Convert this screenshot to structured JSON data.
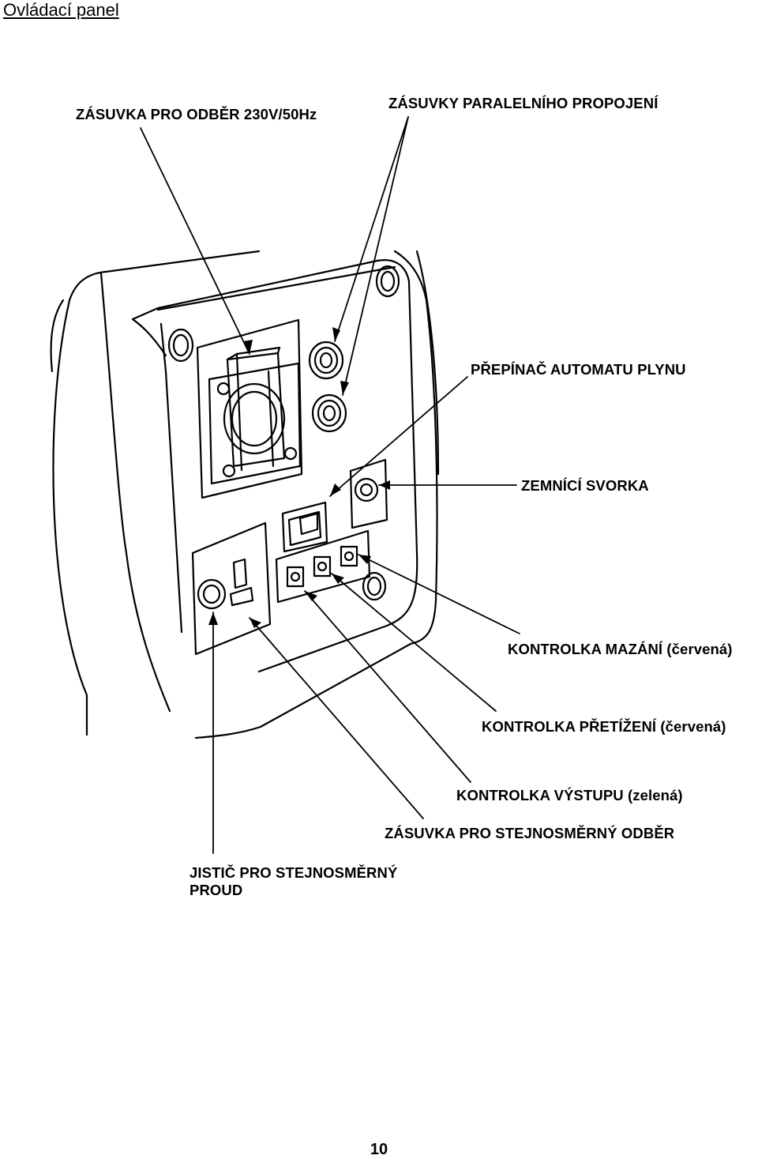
{
  "header": {
    "title": "Ovládací panel"
  },
  "labels": {
    "ac_socket": "ZÁSUVKA PRO ODBĚR 230V/50Hz",
    "parallel_sockets": "ZÁSUVKY PARALELNÍHO PROPOJENÍ",
    "auto_throttle_switch": "PŘEPÍNAČ AUTOMATU PLYNU",
    "ground_terminal": "ZEMNÍCÍ SVORKA",
    "oil_warning_light": "KONTROLKA MAZÁNÍ (červená)",
    "overload_light": "KONTROLKA PŘETÍŽENÍ (červená)",
    "output_light": "KONTROLKA VÝSTUPU (zelená)",
    "dc_socket": "ZÁSUVKA PRO STEJNOSMĚRNÝ ODBĚR",
    "dc_breaker": "JISTIČ PRO STEJNOSMĚRNÝ PROUD"
  },
  "footer": {
    "page_number": "10"
  }
}
